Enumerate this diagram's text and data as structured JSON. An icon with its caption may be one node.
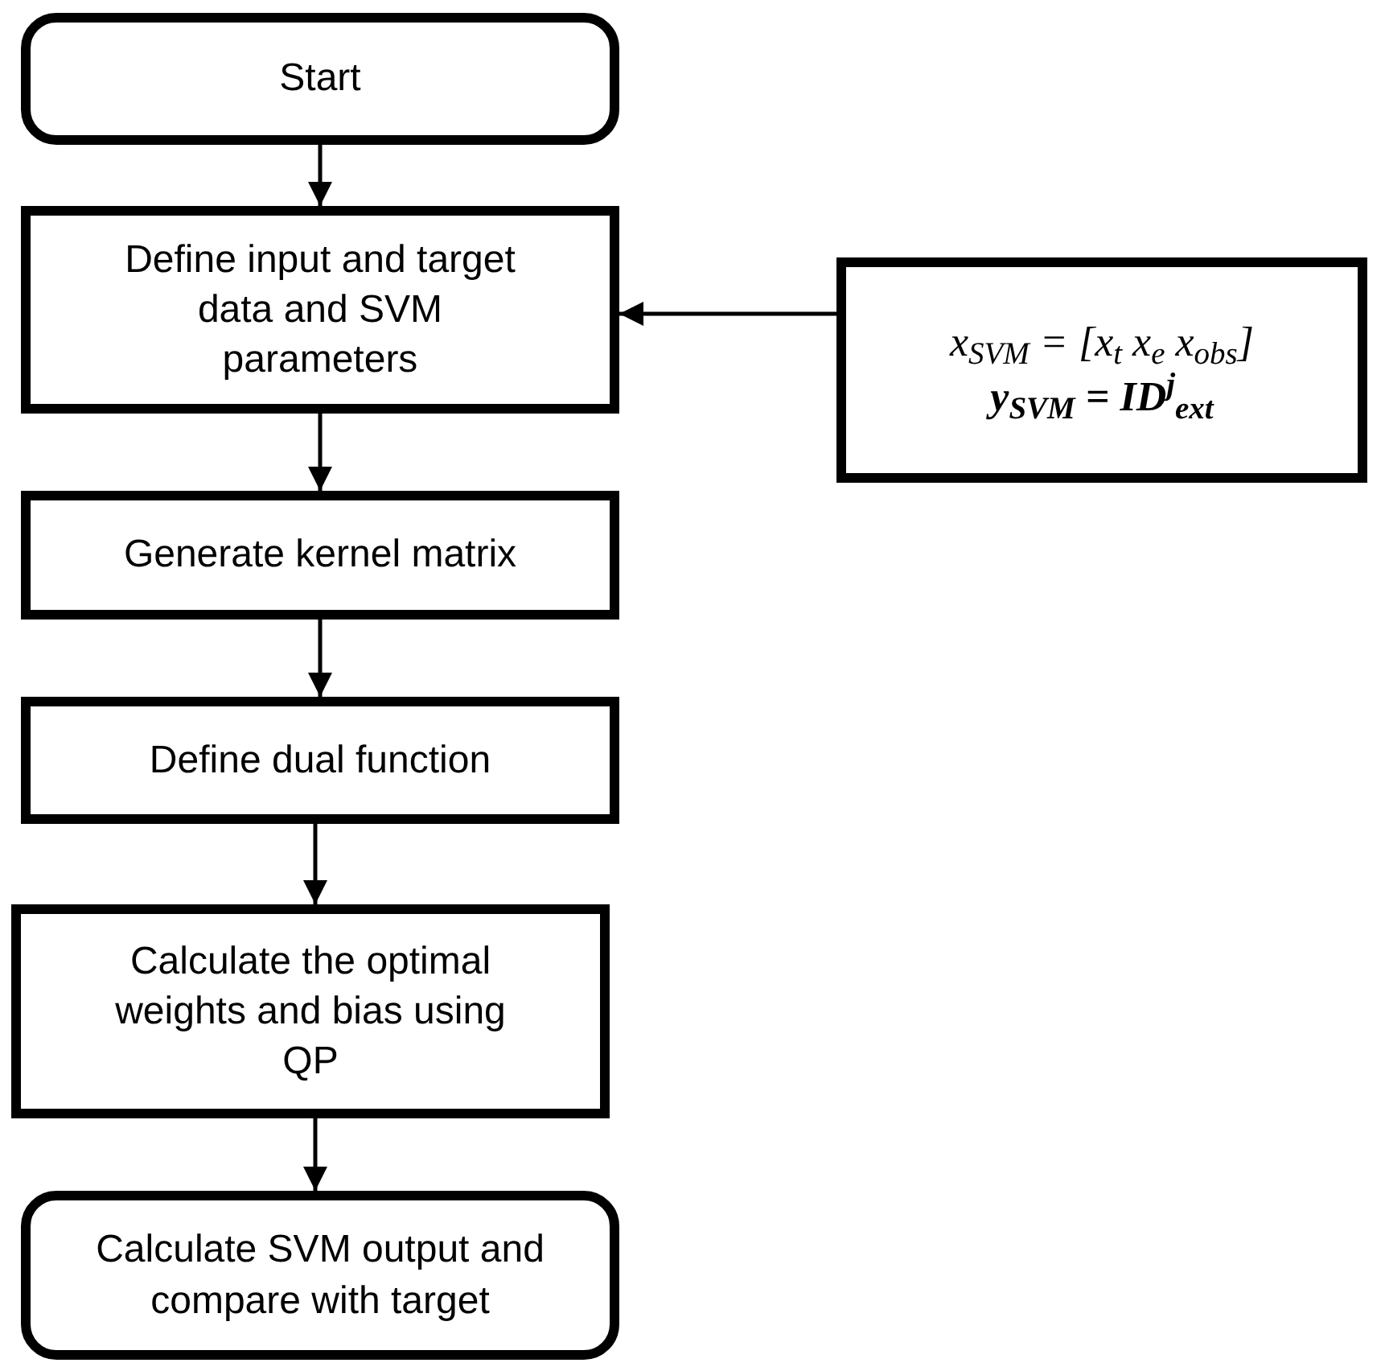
{
  "diagram": {
    "nodes": [
      {
        "text": [
          "Start"
        ]
      },
      {
        "text": [
          "Define input and target data and SVM parameters"
        ]
      },
      {
        "text": [
          "x$_{SVM}$ = [x$_{t}$ x$_{e}$ x$_{obs}$]",
          "y$_{SVM}$ = ID$^{j}$$_{ext}$"
        ]
      },
      {
        "text": [
          "Generate kernel matrix"
        ]
      },
      {
        "text": [
          "Define dual function"
        ]
      },
      {
        "text": [
          "Calculate the optimal weights and bias using QP"
        ]
      },
      {
        "text": [
          "Calculate SVM output and compare with target"
        ]
      }
    ],
    "edges": [
      {
        "from": 0,
        "to": 1,
        "arrow": "to"
      },
      {
        "from": 2,
        "to": 1,
        "arrow": "to"
      },
      {
        "from": 1,
        "to": 3,
        "arrow": "to"
      },
      {
        "from": 3,
        "to": 4,
        "arrow": "to"
      },
      {
        "from": 4,
        "to": 5,
        "arrow": "to"
      },
      {
        "from": 5,
        "to": 6,
        "arrow": "to"
      }
    ]
  }
}
